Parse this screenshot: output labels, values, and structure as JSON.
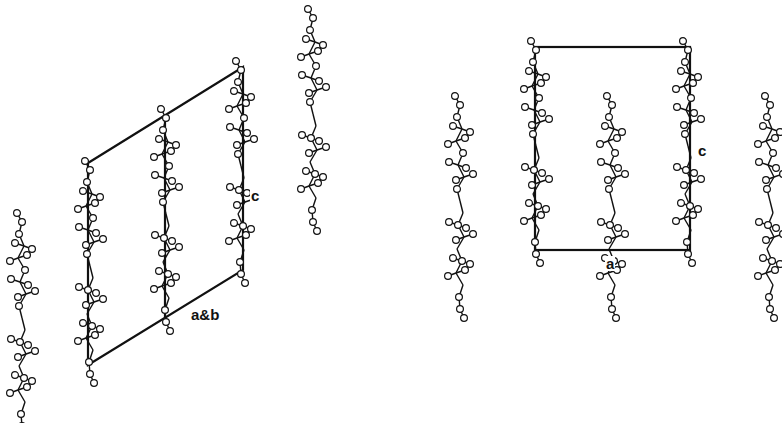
{
  "diagram": {
    "labels": [
      "a&b",
      "c",
      "c",
      "a"
    ]
  }
}
